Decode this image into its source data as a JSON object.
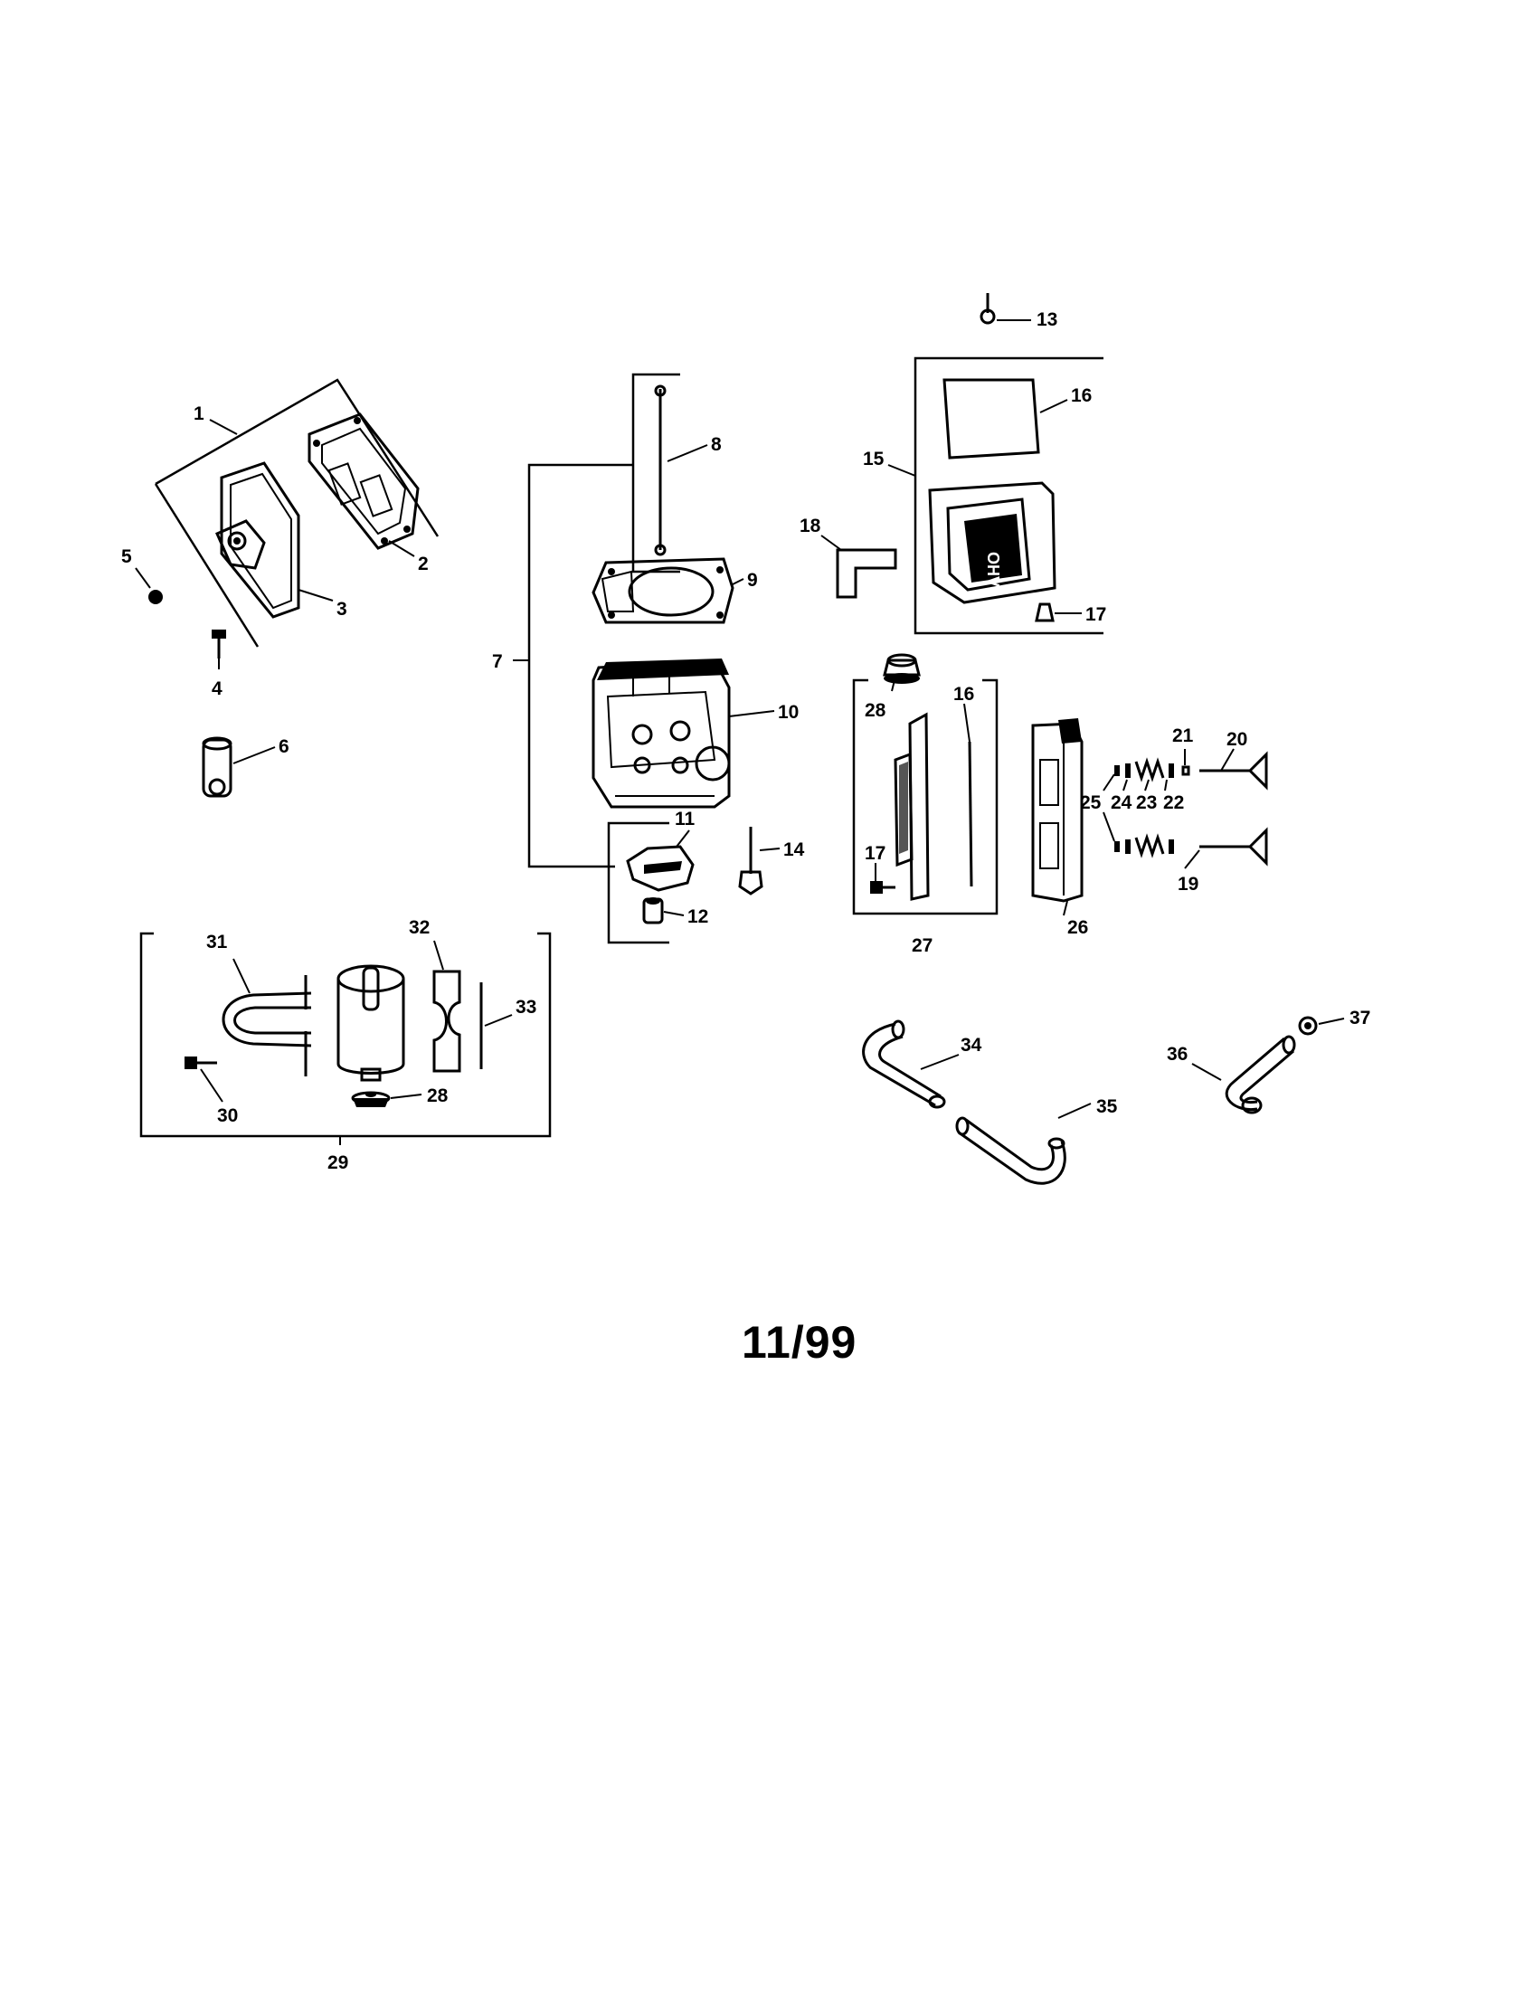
{
  "callouts": {
    "c1": "1",
    "c2": "2",
    "c3": "3",
    "c4": "4",
    "c5": "5",
    "c6": "6",
    "c7": "7",
    "c8": "8",
    "c9": "9",
    "c10": "10",
    "c11": "11",
    "c12": "12",
    "c13": "13",
    "c14": "14",
    "c15": "15",
    "c16a": "16",
    "c16b": "16",
    "c17a": "17",
    "c17b": "17",
    "c18": "18",
    "c19": "19",
    "c20": "20",
    "c21": "21",
    "c22": "22",
    "c23": "23",
    "c24": "24",
    "c25": "25",
    "c26": "26",
    "c27": "27",
    "c28a": "28",
    "c28b": "28",
    "c29": "29",
    "c30": "30",
    "c31": "31",
    "c32": "32",
    "c33": "33",
    "c34": "34",
    "c35": "35",
    "c36": "36",
    "c37": "37"
  },
  "date_code": "11/99"
}
